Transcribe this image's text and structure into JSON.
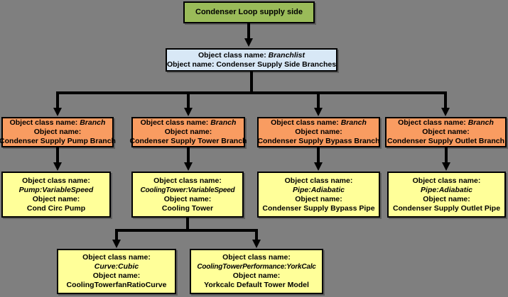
{
  "title": "Condenser Loop supply side",
  "labels": {
    "class_label": "Object class name:",
    "name_label": "Object name:"
  },
  "branchlist": {
    "class_name": "Branchlist",
    "name": "Condenser Supply Side Branches"
  },
  "branches": [
    {
      "class_name": "Branch",
      "name": "Condenser Supply Pump Branch"
    },
    {
      "class_name": "Branch",
      "name": "Condenser Supply Tower Branch"
    },
    {
      "class_name": "Branch",
      "name": "Condenser Supply Bypass Branch"
    },
    {
      "class_name": "Branch",
      "name": "Condenser Supply Outlet Branch"
    }
  ],
  "components": [
    {
      "class_name": "Pump:VariableSpeed",
      "name": "Cond Circ Pump"
    },
    {
      "class_name": "CoolingTower:VariableSpeed",
      "name": "Cooling Tower"
    },
    {
      "class_name": "Pipe:Adiabatic",
      "name": "Condenser Supply Bypass Pipe"
    },
    {
      "class_name": "Pipe:Adiabatic",
      "name": "Condenser Supply Outlet Pipe"
    }
  ],
  "tower_children": [
    {
      "class_name": "Curve:Cubic",
      "name": "CoolingTowerfanRatioCurve"
    },
    {
      "class_name": "CoolingTowerPerformance:YorkCalc",
      "name": "Yorkcalc Default Tower Model"
    }
  ],
  "colors": {
    "background": "#7f7f7f",
    "root_fill": "#9abb59",
    "branchlist_fill": "#d8e8f6",
    "branch_fill": "#f99c61",
    "component_fill": "#ffff99",
    "line": "#000000"
  }
}
